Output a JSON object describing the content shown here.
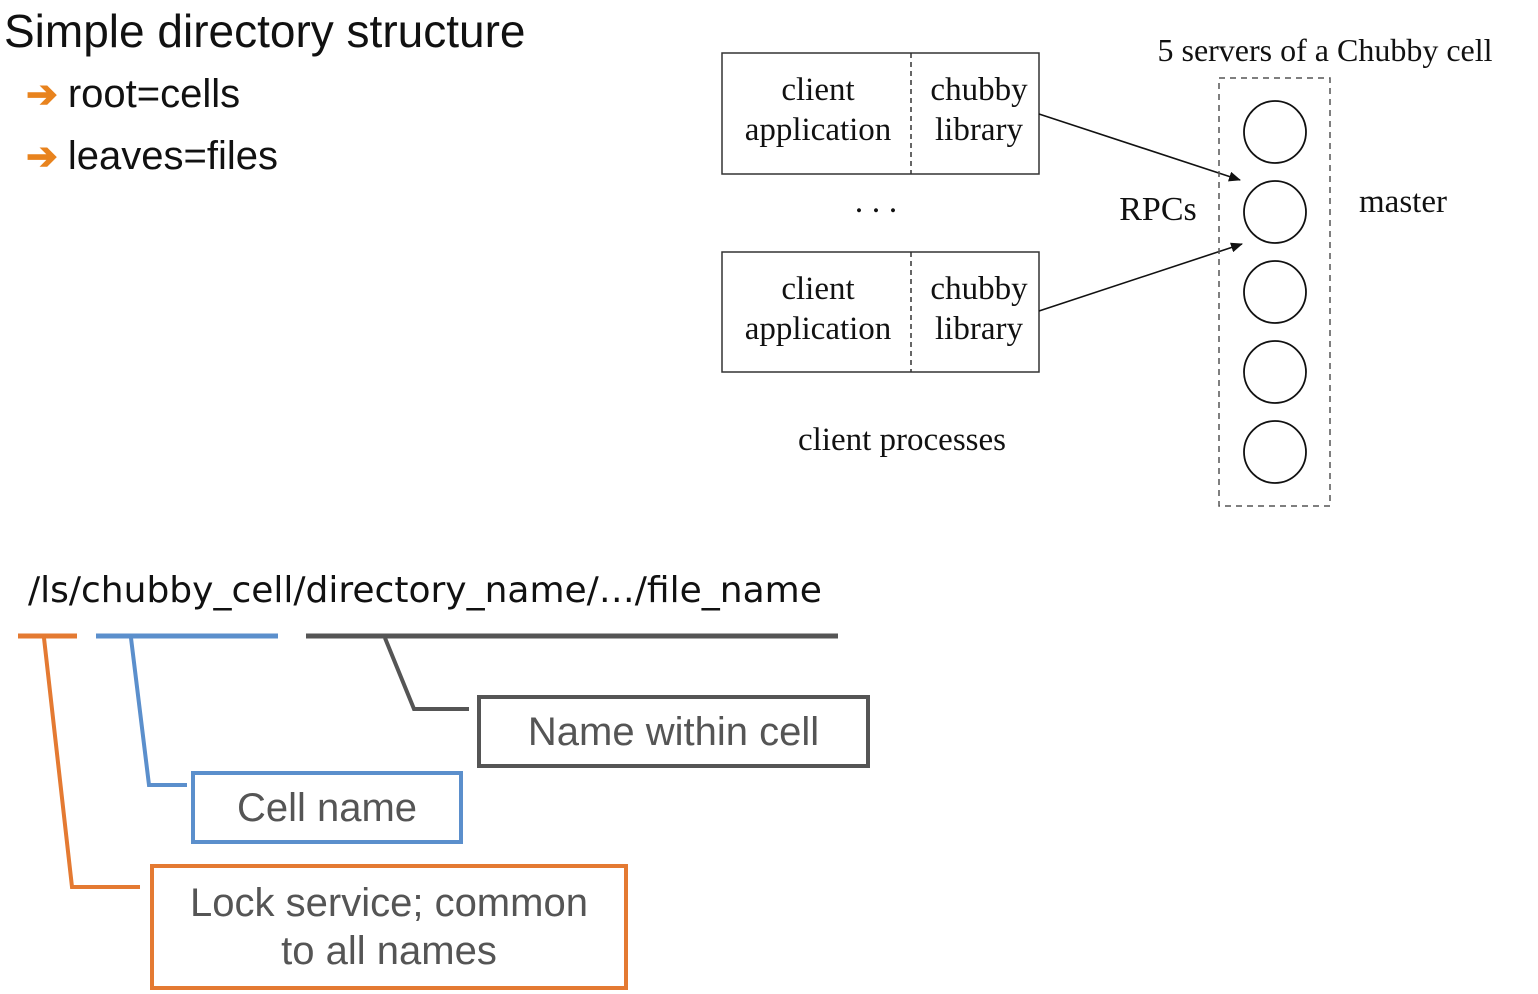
{
  "slide": {
    "title": "Simple directory structure",
    "bullets": [
      "root=cells",
      "leaves=files"
    ]
  },
  "diagram": {
    "servers_label": "5 servers of a Chubby cell",
    "client_box_1": {
      "left_line1": "client",
      "left_line2": "application",
      "right_line1": "chubby",
      "right_line2": "library"
    },
    "client_box_2": {
      "left_line1": "client",
      "left_line2": "application",
      "right_line1": "chubby",
      "right_line2": "library"
    },
    "ellipsis": ". . .",
    "rpcs_label": "RPCs",
    "master_label": "master",
    "client_processes_label": "client processes",
    "server_count": 5
  },
  "path": {
    "text": "/ls/chubby_cell/directory_name/…/file_name"
  },
  "callouts": {
    "name_within_cell": "Name within cell",
    "cell_name": "Cell name",
    "lock_service_line1": "Lock service; common",
    "lock_service_line2": "to all names"
  },
  "colors": {
    "orange": "#e47a32",
    "blue": "#5b8fcc",
    "gray": "#555555",
    "arrow_bullet": "#e8831e"
  }
}
